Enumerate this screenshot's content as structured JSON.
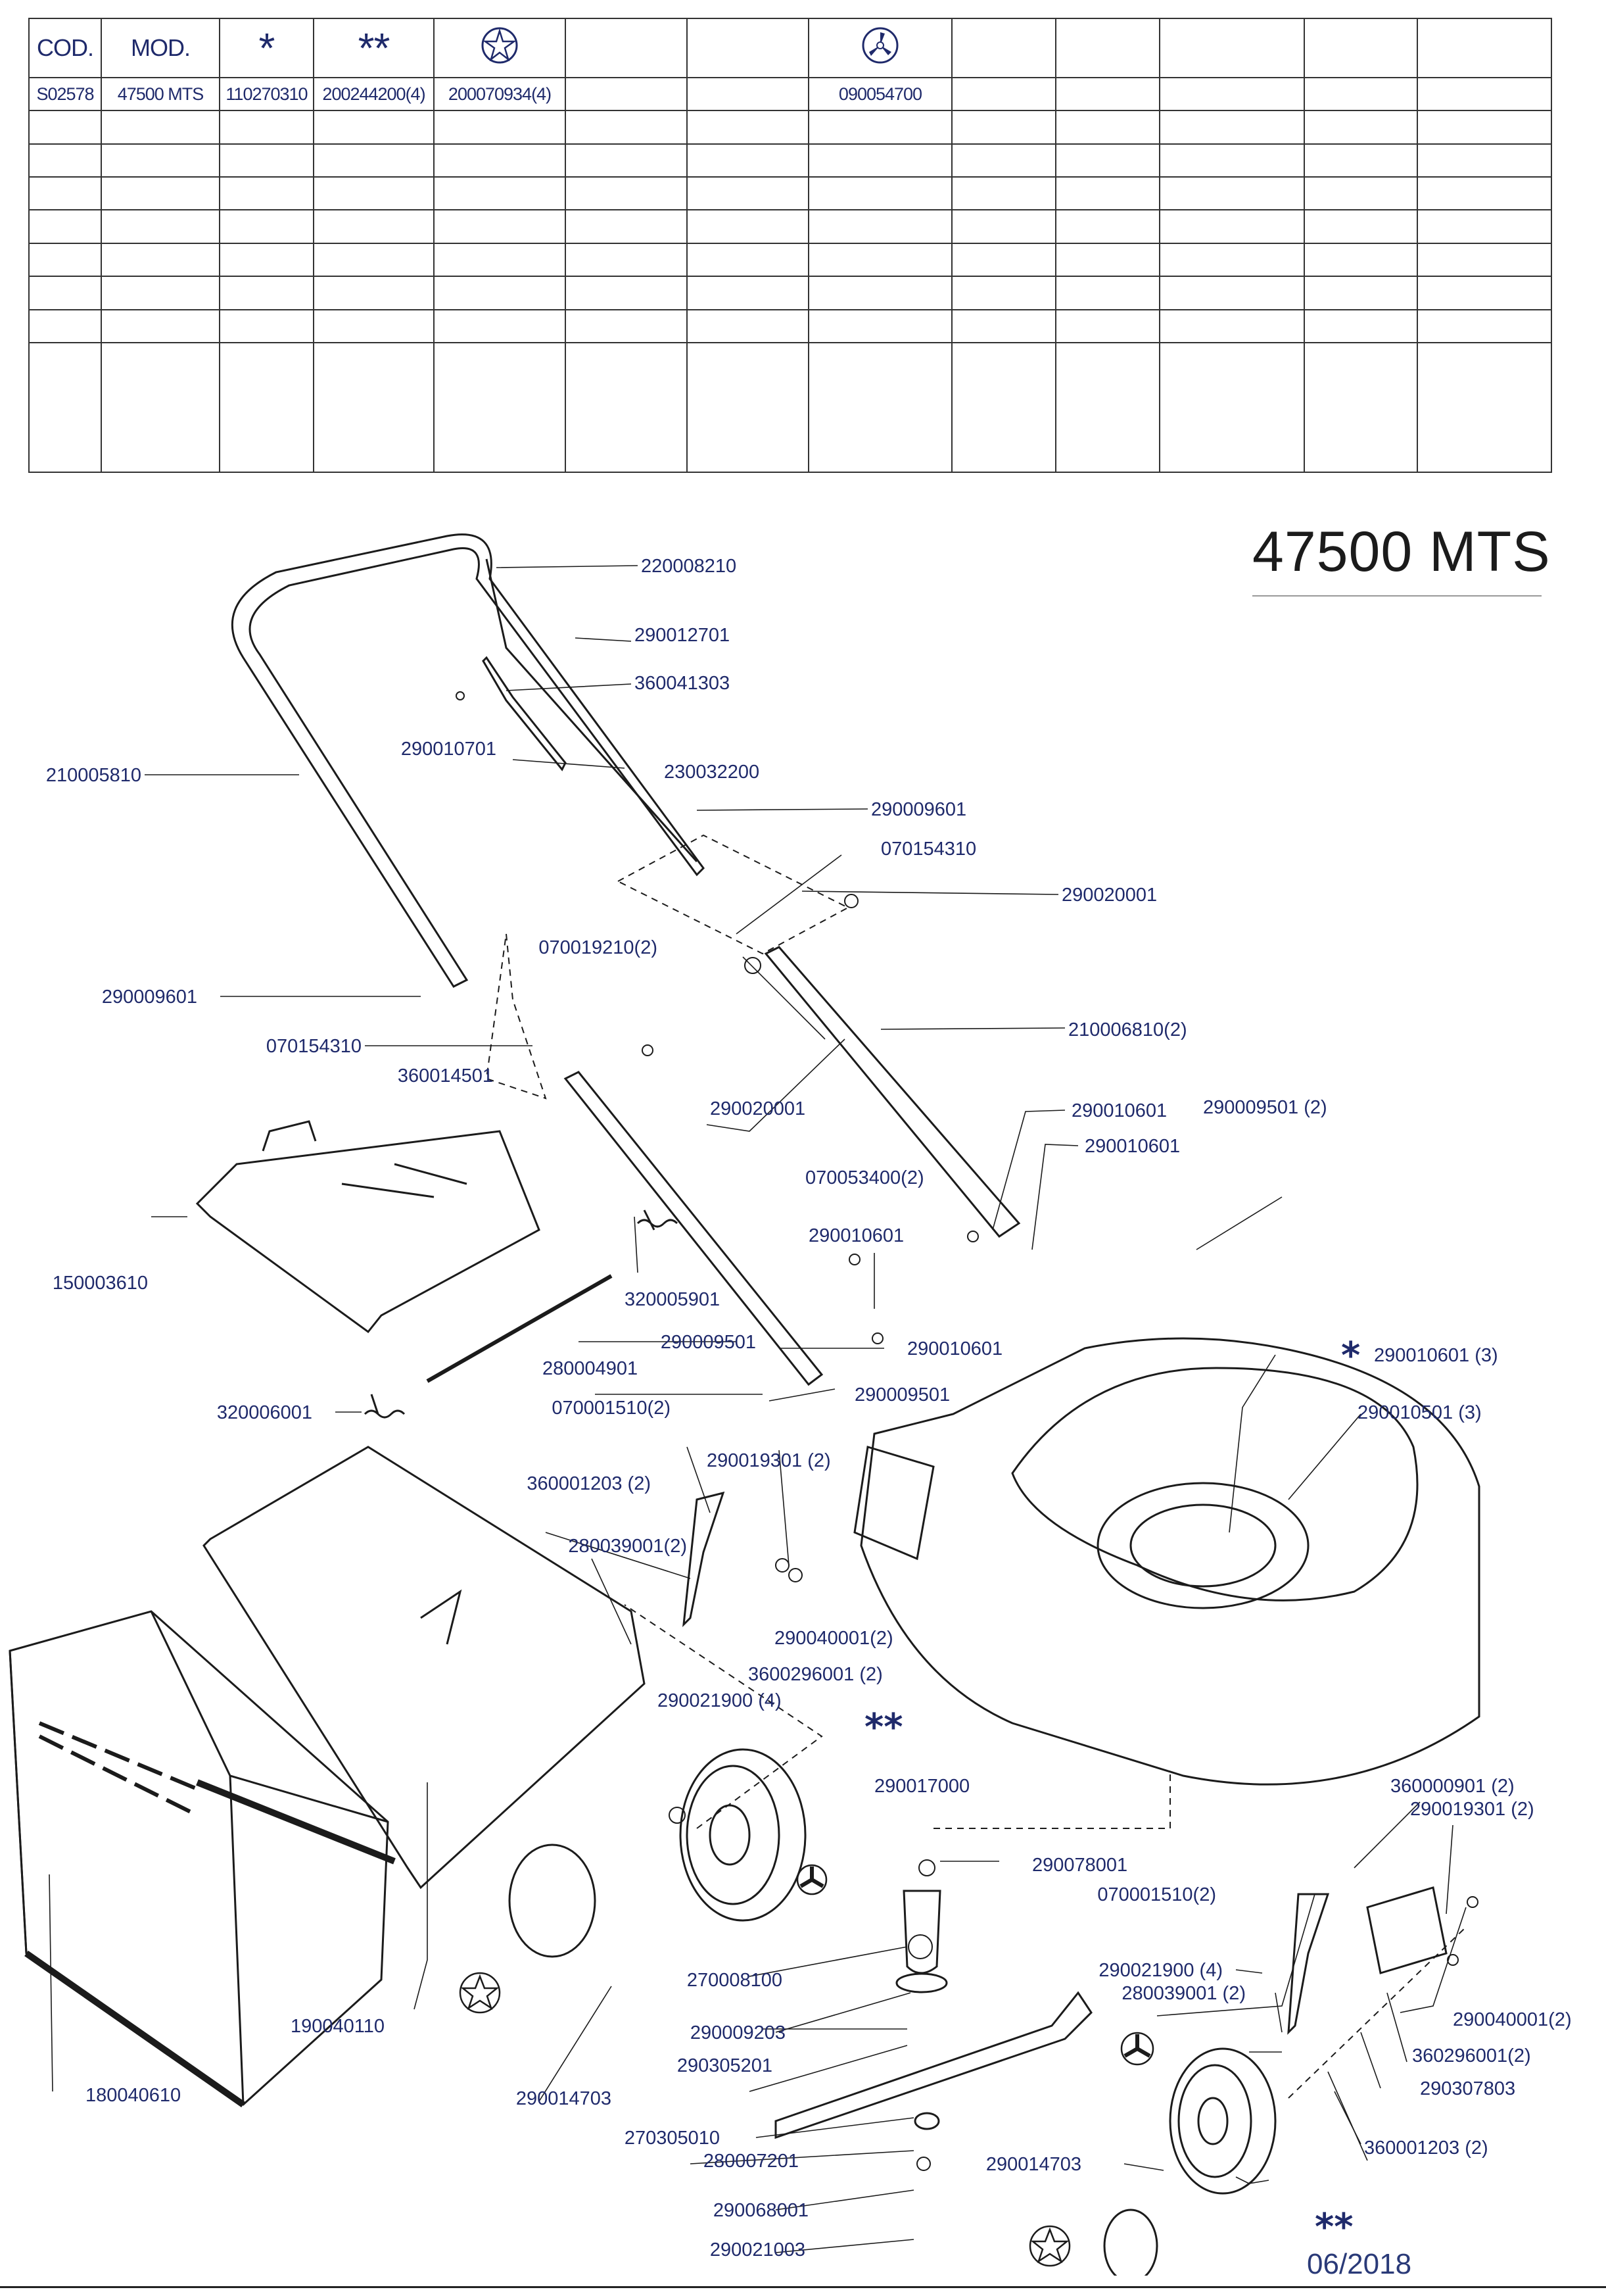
{
  "table": {
    "headers": [
      {
        "label": "COD.",
        "icon": null
      },
      {
        "label": "MOD.",
        "icon": null
      },
      {
        "label": "*",
        "icon": null
      },
      {
        "label": "**",
        "icon": null
      },
      {
        "label": "",
        "icon": "star-circle-icon"
      },
      {
        "label": "",
        "icon": null
      },
      {
        "label": "",
        "icon": null
      },
      {
        "label": "",
        "icon": "blade-hub-icon"
      },
      {
        "label": "",
        "icon": null
      },
      {
        "label": "",
        "icon": null
      },
      {
        "label": "",
        "icon": null
      },
      {
        "label": "",
        "icon": null
      },
      {
        "label": "",
        "icon": null
      }
    ],
    "rows": [
      [
        "S02578",
        "47500 MTS",
        "110270310",
        "200244200(4)",
        "200070934(4)",
        "",
        "",
        "090054700",
        "",
        "",
        "",
        "",
        ""
      ],
      [
        "",
        "",
        "",
        "",
        "",
        "",
        "",
        "",
        "",
        "",
        "",
        "",
        ""
      ],
      [
        "",
        "",
        "",
        "",
        "",
        "",
        "",
        "",
        "",
        "",
        "",
        "",
        ""
      ],
      [
        "",
        "",
        "",
        "",
        "",
        "",
        "",
        "",
        "",
        "",
        "",
        "",
        ""
      ],
      [
        "",
        "",
        "",
        "",
        "",
        "",
        "",
        "",
        "",
        "",
        "",
        "",
        ""
      ],
      [
        "",
        "",
        "",
        "",
        "",
        "",
        "",
        "",
        "",
        "",
        "",
        "",
        ""
      ],
      [
        "",
        "",
        "",
        "",
        "",
        "",
        "",
        "",
        "",
        "",
        "",
        "",
        ""
      ],
      [
        "",
        "",
        "",
        "",
        "",
        "",
        "",
        "",
        "",
        "",
        "",
        "",
        ""
      ],
      [
        "",
        "",
        "",
        "",
        "",
        "",
        "",
        "",
        "",
        "",
        "",
        "",
        ""
      ]
    ]
  },
  "title": "47500 MTS",
  "date": "06/2018",
  "part_labels": [
    "220008210",
    "290012701",
    "360041303",
    "290010701",
    "230032200",
    "210005810",
    "290009601",
    "070154310",
    "290020001",
    "070019210(2)",
    "290009601",
    "070154310",
    "360014501",
    "290020001",
    "210006810(2)",
    "290010601",
    "290009501 (2)",
    "290010601",
    "070053400(2)",
    "290010601",
    "150003610",
    "320005901",
    "290009501",
    "290010601",
    "280004901",
    "290009501",
    "320006001",
    "070001510(2)",
    "290019301 (2)",
    "360001203 (2)",
    "280039001(2)",
    "290040001(2)",
    "3600296001 (2)",
    "290021900 (4)",
    "290010601 (3)",
    "290010501 (3)",
    "290017000",
    "290078001",
    "360000901 (2)",
    "290019301 (2)",
    "070001510(2)",
    "270008100",
    "290021900 (4)",
    "280039001 (2)",
    "290040001(2)",
    "290009203",
    "290305201",
    "360296001(2)",
    "290307803",
    "190040110",
    "180040610",
    "290014703",
    "270305010",
    "280007201",
    "290014703",
    "360001203 (2)",
    "290068001",
    "290021003"
  ],
  "asterisks": [
    "**",
    "*",
    "**"
  ]
}
